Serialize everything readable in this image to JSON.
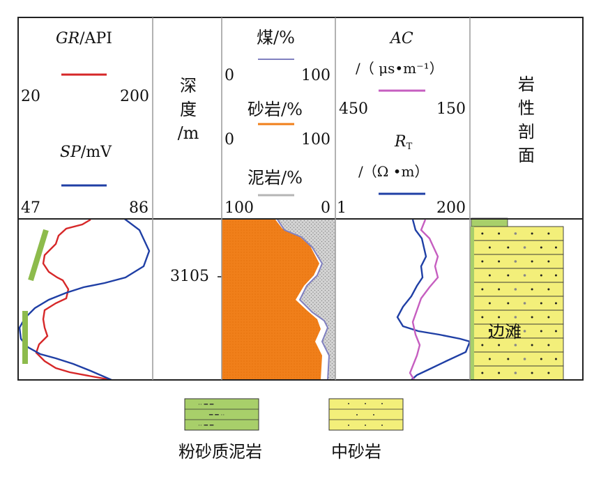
{
  "header": {
    "gr_label_italic": "GR",
    "gr_label_unit": "/API",
    "gr_min": "20",
    "gr_max": "200",
    "sp_label_italic": "SP",
    "sp_label_unit": "/mV",
    "sp_min": "47",
    "sp_max": "86",
    "depth_chars": [
      "深",
      "度",
      "/m"
    ],
    "coal_label": "煤/%",
    "coal_min": "0",
    "coal_max": "100",
    "sandstone_label": "砂岩/%",
    "sandstone_min": "0",
    "sandstone_max": "100",
    "mudstone_label": "泥岩/%",
    "mudstone_min": "100",
    "mudstone_max": "0",
    "ac_label_italic": "AC",
    "ac_unit": "/（ μs•m⁻¹）",
    "ac_min": "450",
    "ac_max": "150",
    "rt_label_italic": "R",
    "rt_sub": "T",
    "rt_unit": "/（Ω •m）",
    "rt_min": "1",
    "rt_max": "200",
    "litho_chars": [
      "岩",
      "性",
      "剖",
      "面"
    ]
  },
  "body": {
    "depth_tick": "3105",
    "facies_label": "边滩"
  },
  "legend": {
    "item1": "粉砂质泥岩",
    "item2": "中砂岩"
  },
  "colors": {
    "gr": "#d62728",
    "sp": "#1f3fa5",
    "coal": "#8080c0",
    "sandstone": "#f07f1a",
    "mudstone": "#b5b5b5",
    "ac": "#c65ec0",
    "rt": "#1f3fa5",
    "silty_mudstone": "#a8cf6a",
    "mid_sandstone": "#f3ef7a",
    "green_bar": "#8dbb4c"
  }
}
